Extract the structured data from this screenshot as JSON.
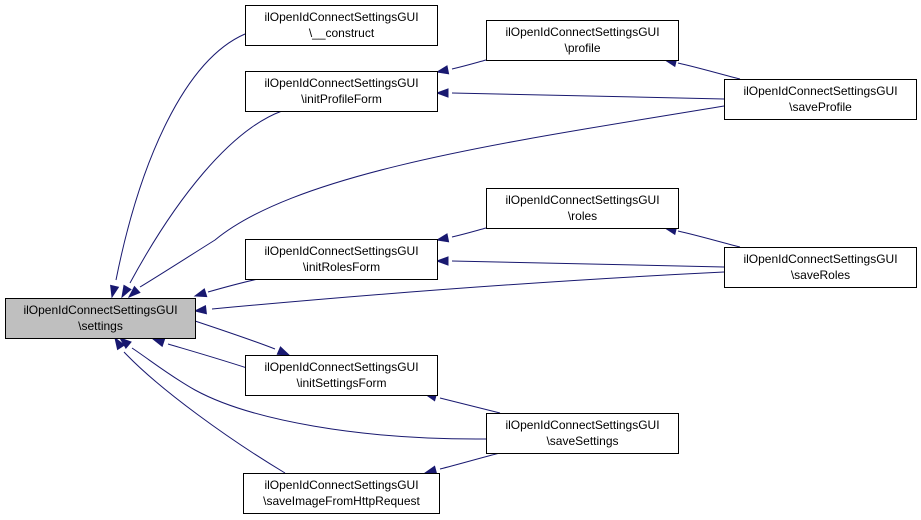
{
  "nodes": [
    {
      "id": "settings",
      "line1": "ilOpenIdConnectSettingsGUI",
      "line2": "\\settings",
      "highlight": true
    },
    {
      "id": "construct",
      "line1": "ilOpenIdConnectSettingsGUI",
      "line2": "\\__construct"
    },
    {
      "id": "initProfileForm",
      "line1": "ilOpenIdConnectSettingsGUI",
      "line2": "\\initProfileForm"
    },
    {
      "id": "initRolesForm",
      "line1": "ilOpenIdConnectSettingsGUI",
      "line2": "\\initRolesForm"
    },
    {
      "id": "initSettingsForm",
      "line1": "ilOpenIdConnectSettingsGUI",
      "line2": "\\initSettingsForm"
    },
    {
      "id": "saveImageFromHttpRequest",
      "line1": "ilOpenIdConnectSettingsGUI",
      "line2": "\\saveImageFromHttpRequest"
    },
    {
      "id": "profile",
      "line1": "ilOpenIdConnectSettingsGUI",
      "line2": "\\profile"
    },
    {
      "id": "roles",
      "line1": "ilOpenIdConnectSettingsGUI",
      "line2": "\\roles"
    },
    {
      "id": "saveSettings",
      "line1": "ilOpenIdConnectSettingsGUI",
      "line2": "\\saveSettings"
    },
    {
      "id": "saveProfile",
      "line1": "ilOpenIdConnectSettingsGUI",
      "line2": "\\saveProfile"
    },
    {
      "id": "saveRoles",
      "line1": "ilOpenIdConnectSettingsGUI",
      "line2": "\\saveRoles"
    }
  ],
  "edges": [
    {
      "from": "construct",
      "to": "settings"
    },
    {
      "from": "initProfileForm",
      "to": "settings"
    },
    {
      "from": "saveProfile",
      "to": "settings"
    },
    {
      "from": "initRolesForm",
      "to": "settings"
    },
    {
      "from": "saveRoles",
      "to": "settings"
    },
    {
      "from": "settings",
      "to": "initSettingsForm"
    },
    {
      "from": "initSettingsForm",
      "to": "settings"
    },
    {
      "from": "saveSettings",
      "to": "settings"
    },
    {
      "from": "saveImageFromHttpRequest",
      "to": "settings"
    },
    {
      "from": "profile",
      "to": "initProfileForm"
    },
    {
      "from": "saveProfile",
      "to": "initProfileForm"
    },
    {
      "from": "saveProfile",
      "to": "profile"
    },
    {
      "from": "roles",
      "to": "initRolesForm"
    },
    {
      "from": "saveRoles",
      "to": "initRolesForm"
    },
    {
      "from": "saveRoles",
      "to": "roles"
    },
    {
      "from": "saveSettings",
      "to": "initSettingsForm"
    },
    {
      "from": "saveSettings",
      "to": "saveImageFromHttpRequest"
    }
  ],
  "colors": {
    "edge": "#191970",
    "highlight_fill": "#bfbfbf"
  }
}
